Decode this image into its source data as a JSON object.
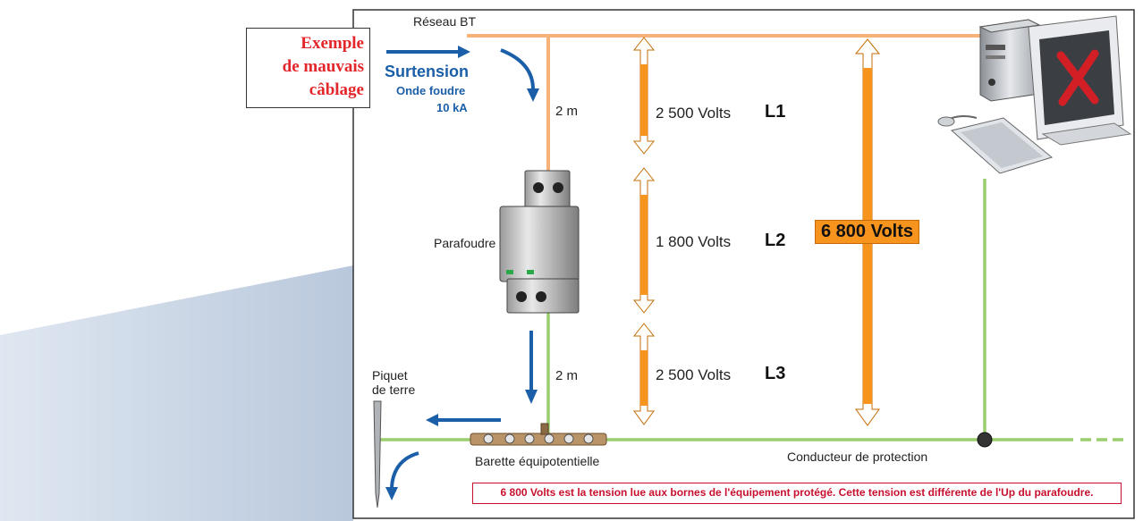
{
  "callout": {
    "line1": "Exemple",
    "line2": "de mauvais",
    "line3": "câblage"
  },
  "surge": {
    "title": "Surtension",
    "subtitle": "Onde foudre",
    "current": "10 kA"
  },
  "network_label": "Réseau BT",
  "distances": {
    "top": "2 m",
    "bottom": "2 m"
  },
  "arrester_label": "Parafoudre",
  "ground_label": {
    "line1": "Piquet",
    "line2": "de terre"
  },
  "busbar_label": "Barette équipotentielle",
  "protection_label": "Conducteur de protection",
  "voltages": [
    {
      "value": "2 500 Volts",
      "segment": "L1"
    },
    {
      "value": "1 800 Volts",
      "segment": "L2"
    },
    {
      "value": "2 500 Volts",
      "segment": "L3"
    }
  ],
  "total_voltage": "6 800 Volts",
  "footnote": "6 800 Volts est la tension lue aux bornes de l'équipement protégé. Cette tension est différente de l'Up du parafoudre.",
  "colors": {
    "callout_text": "#e3262b",
    "surge_blue": "#1b5fa8",
    "network_wire": "#f7b27a",
    "earth_wire": "#9acd6e",
    "voltage_arrow": "#f7941d",
    "footnote_red": "#c8102e"
  },
  "icons": [
    "computer-monitor-icon",
    "keyboard-icon",
    "surge-arrester-icon",
    "busbar-icon",
    "ground-rod-icon",
    "error-x-icon"
  ]
}
